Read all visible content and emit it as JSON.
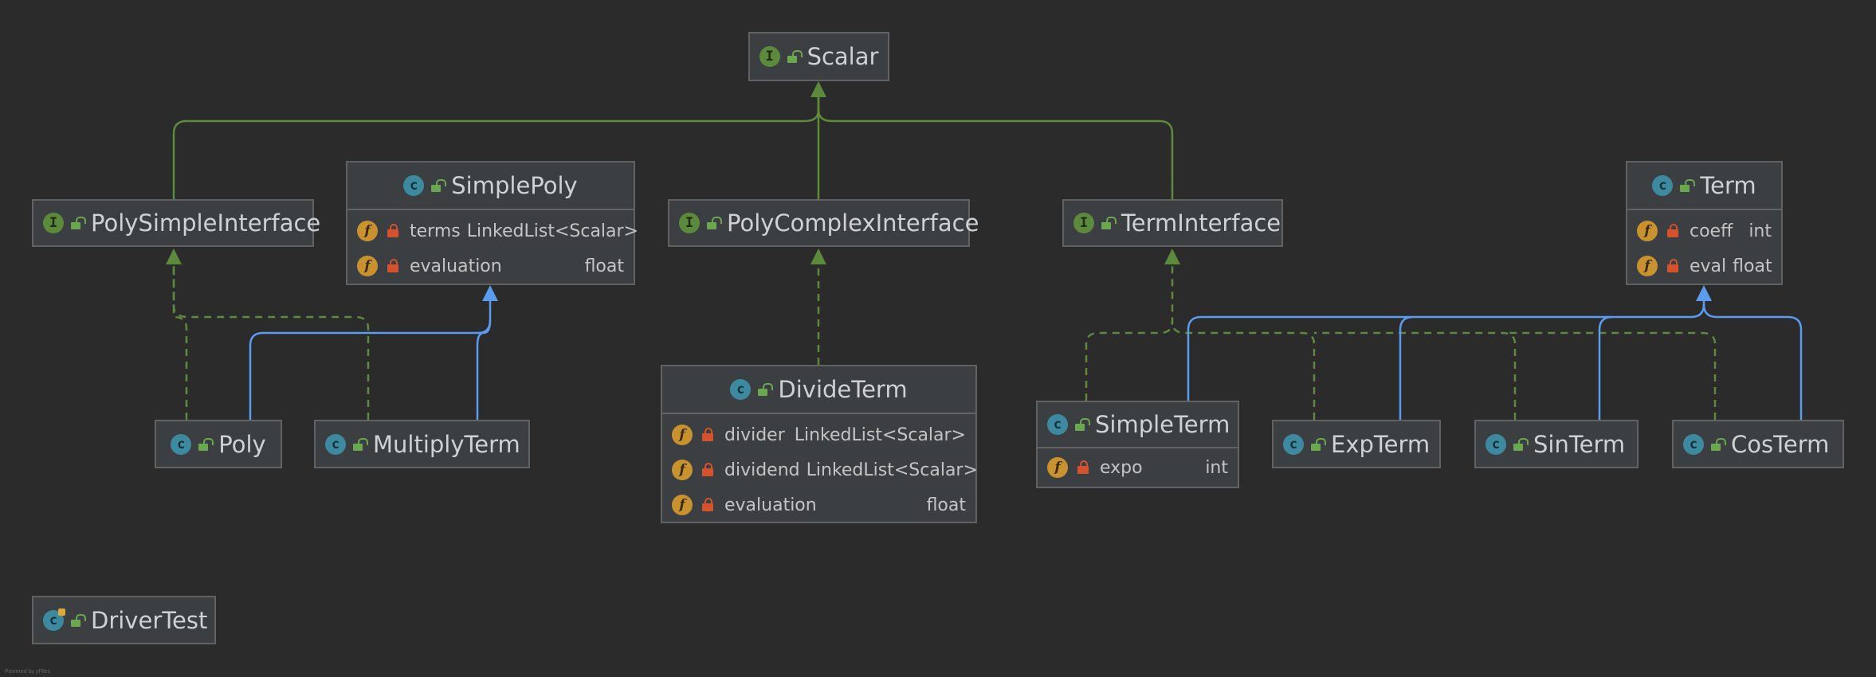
{
  "diagram": {
    "colors": {
      "background": "#2b2b2b",
      "node_fill": "#3c3f41",
      "node_border": "#626262",
      "interface_edge": "#5c8a3c",
      "class_edge": "#5a9cf0"
    },
    "nodes": {
      "scalar": {
        "kind": "interface",
        "name": "Scalar"
      },
      "poly_simple_interface": {
        "kind": "interface",
        "name": "PolySimpleInterface"
      },
      "simple_poly": {
        "kind": "class",
        "name": "SimplePoly",
        "fields": [
          {
            "name": "terms",
            "type": "LinkedList<Scalar>"
          },
          {
            "name": "evaluation",
            "type": "float"
          }
        ]
      },
      "poly_complex_interface": {
        "kind": "interface",
        "name": "PolyComplexInterface"
      },
      "term_interface": {
        "kind": "interface",
        "name": "TermInterface"
      },
      "term": {
        "kind": "class",
        "name": "Term",
        "fields": [
          {
            "name": "coeff",
            "type": "int"
          },
          {
            "name": "eval",
            "type": "float"
          }
        ]
      },
      "poly": {
        "kind": "class",
        "name": "Poly"
      },
      "multiply_term": {
        "kind": "class",
        "name": "MultiplyTerm"
      },
      "divide_term": {
        "kind": "class",
        "name": "DivideTerm",
        "fields": [
          {
            "name": "divider",
            "type": "LinkedList<Scalar>"
          },
          {
            "name": "dividend",
            "type": "LinkedList<Scalar>"
          },
          {
            "name": "evaluation",
            "type": "float"
          }
        ]
      },
      "simple_term": {
        "kind": "class",
        "name": "SimpleTerm",
        "fields": [
          {
            "name": "expo",
            "type": "int"
          }
        ]
      },
      "exp_term": {
        "kind": "class",
        "name": "ExpTerm"
      },
      "sin_term": {
        "kind": "class",
        "name": "SinTerm"
      },
      "cos_term": {
        "kind": "class",
        "name": "CosTerm"
      },
      "driver_test": {
        "kind": "test-class",
        "name": "DriverTest"
      }
    },
    "edges": [
      {
        "from": "PolySimpleInterface",
        "to": "Scalar",
        "type": "extends"
      },
      {
        "from": "PolyComplexInterface",
        "to": "Scalar",
        "type": "extends"
      },
      {
        "from": "TermInterface",
        "to": "Scalar",
        "type": "extends"
      },
      {
        "from": "Poly",
        "to": "PolySimpleInterface",
        "type": "implements"
      },
      {
        "from": "MultiplyTerm",
        "to": "PolySimpleInterface",
        "type": "implements"
      },
      {
        "from": "Poly",
        "to": "SimplePoly",
        "type": "extends"
      },
      {
        "from": "MultiplyTerm",
        "to": "SimplePoly",
        "type": "extends"
      },
      {
        "from": "DivideTerm",
        "to": "PolyComplexInterface",
        "type": "implements"
      },
      {
        "from": "SimpleTerm",
        "to": "TermInterface",
        "type": "implements"
      },
      {
        "from": "ExpTerm",
        "to": "TermInterface",
        "type": "implements"
      },
      {
        "from": "SinTerm",
        "to": "TermInterface",
        "type": "implements"
      },
      {
        "from": "CosTerm",
        "to": "TermInterface",
        "type": "implements"
      },
      {
        "from": "SimpleTerm",
        "to": "Term",
        "type": "extends"
      },
      {
        "from": "ExpTerm",
        "to": "Term",
        "type": "extends"
      },
      {
        "from": "SinTerm",
        "to": "Term",
        "type": "extends"
      },
      {
        "from": "CosTerm",
        "to": "Term",
        "type": "extends"
      }
    ],
    "footer": "Powered by yFiles"
  }
}
